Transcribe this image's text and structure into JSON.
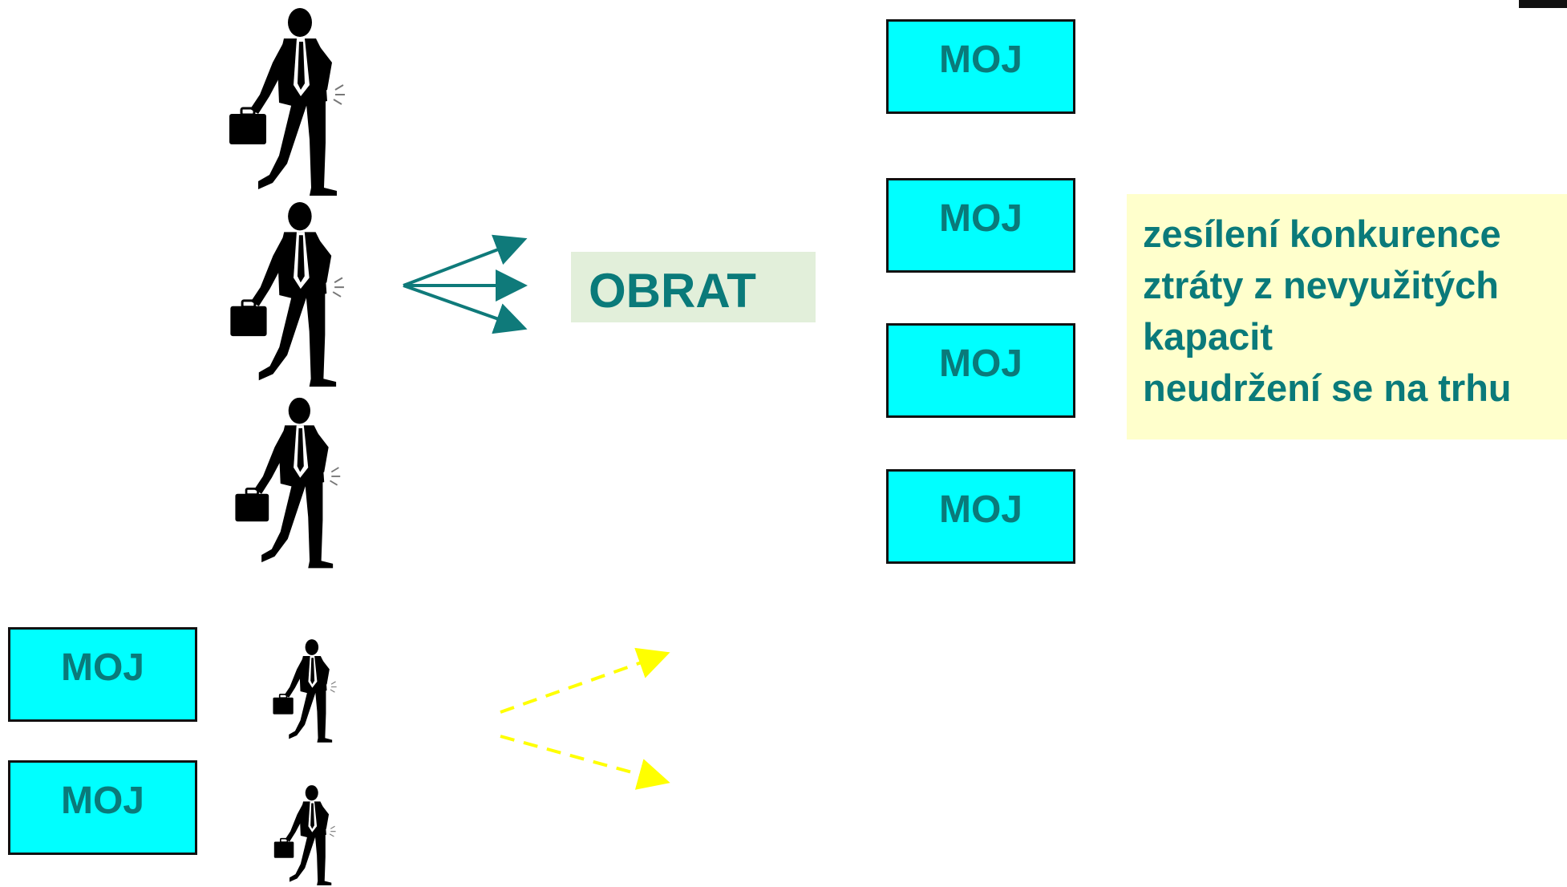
{
  "obrat_label": "OBRAT",
  "moj_boxes": [
    "MOJ",
    "MOJ",
    "MOJ",
    "MOJ",
    "MOJ",
    "MOJ"
  ],
  "note_lines": [
    "zesílení konkurence",
    "ztráty z nevyužitých",
    "kapacit",
    "neudržení se na trhu"
  ],
  "colors": {
    "text_teal": "#0a7a7a",
    "box_cyan": "#00ffff",
    "obrat_bg": "#e2efda",
    "note_bg": "#ffffcc",
    "arrow_teal": "#0f7a7a",
    "dashed_arrow_yellow": "#ffff00"
  },
  "icons": [
    "businessman-with-briefcase-icon"
  ]
}
